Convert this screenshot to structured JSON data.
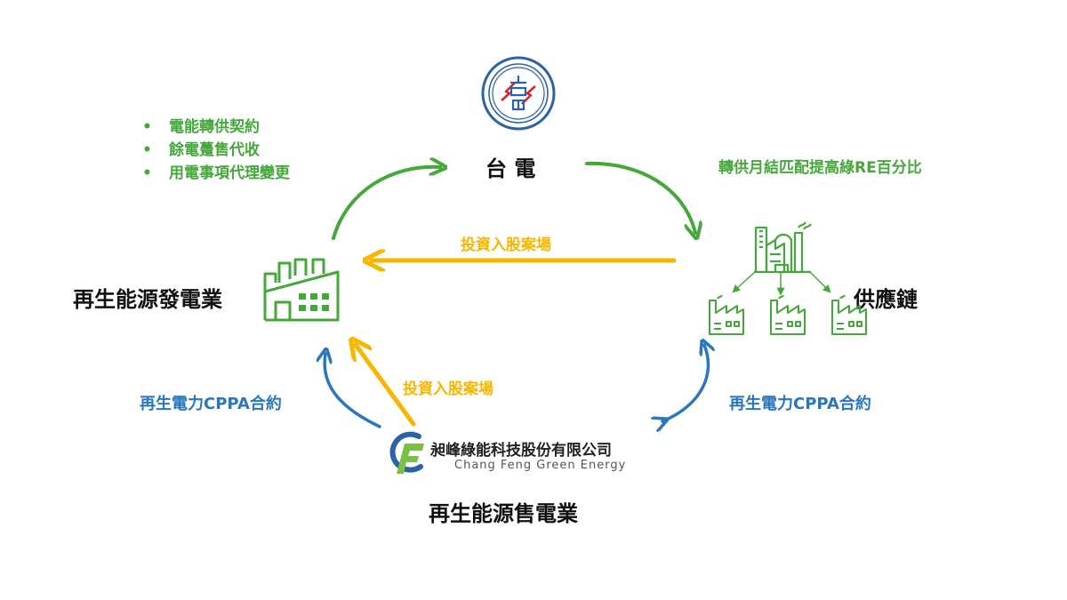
{
  "taipower": {
    "label": "台 電",
    "logo_text": "台電"
  },
  "generator": {
    "label": "再生能源發電業"
  },
  "supply_chain": {
    "label": "供應鏈"
  },
  "retailer": {
    "label": "再生能源售電業",
    "company_name": "昶峰綠能科技股份有限公司",
    "company_en": "Chang Feng Green Energy",
    "logo_letters": "CF"
  },
  "services": {
    "items": [
      "電能轉供契約",
      "餘電躉售代收",
      "用電事項代理變更"
    ]
  },
  "flows": {
    "settlement": "轉供月結匹配提高綠RE百分比",
    "invest_top": "投資入股案場",
    "invest_bottom": "投資入股案場",
    "cppa_left": "再生電力CPPA合約",
    "cppa_right": "再生電力CPPA合約"
  },
  "colors": {
    "green": "#45a83a",
    "orange": "#f5b700",
    "blue": "#2a76bf",
    "taipower_red": "#d6262b",
    "taipower_blue": "#2c63a8",
    "logo_green": "#7ac143"
  },
  "icons": {
    "taipower_logo": "taipower-logo",
    "generator": "factory-icon",
    "supply_chain": "supply-chain-factories-icon",
    "retailer_logo": "chang-feng-logo"
  }
}
